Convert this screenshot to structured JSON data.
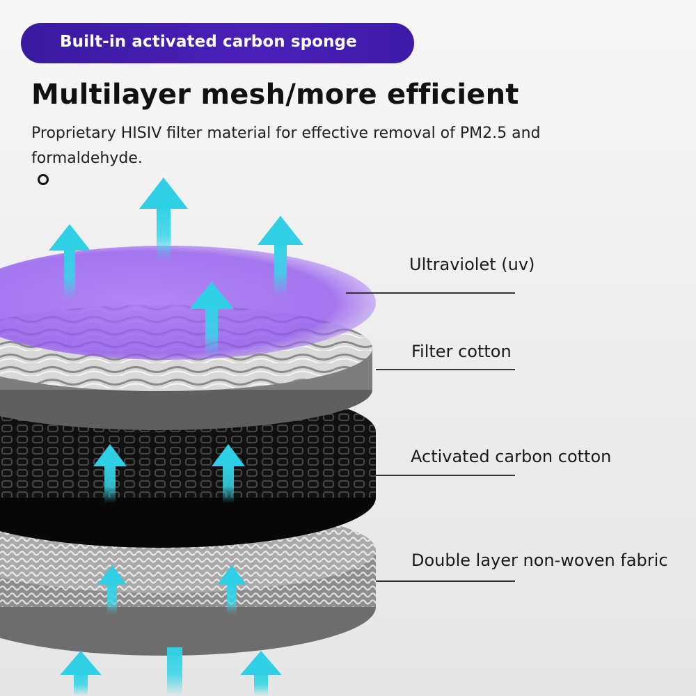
{
  "badge": {
    "label": "Built-in activated carbon sponge"
  },
  "heading": {
    "title": "Multilayer mesh/more efficient"
  },
  "description": {
    "text": "Proprietary HISIV filter material for effective removal of PM2.5 and formaldehyde."
  },
  "layers": [
    {
      "label": "Ultraviolet (uv)"
    },
    {
      "label": "Filter cotton"
    },
    {
      "label": "Activated carbon cotton"
    },
    {
      "label": "Double layer non-woven fabric"
    }
  ],
  "colors": {
    "badge": "#4a1fb8",
    "uv": "#9b5cf0",
    "arrow": "#35d6e8",
    "carbon": "#111111",
    "cotton": "#8f8f8f"
  }
}
